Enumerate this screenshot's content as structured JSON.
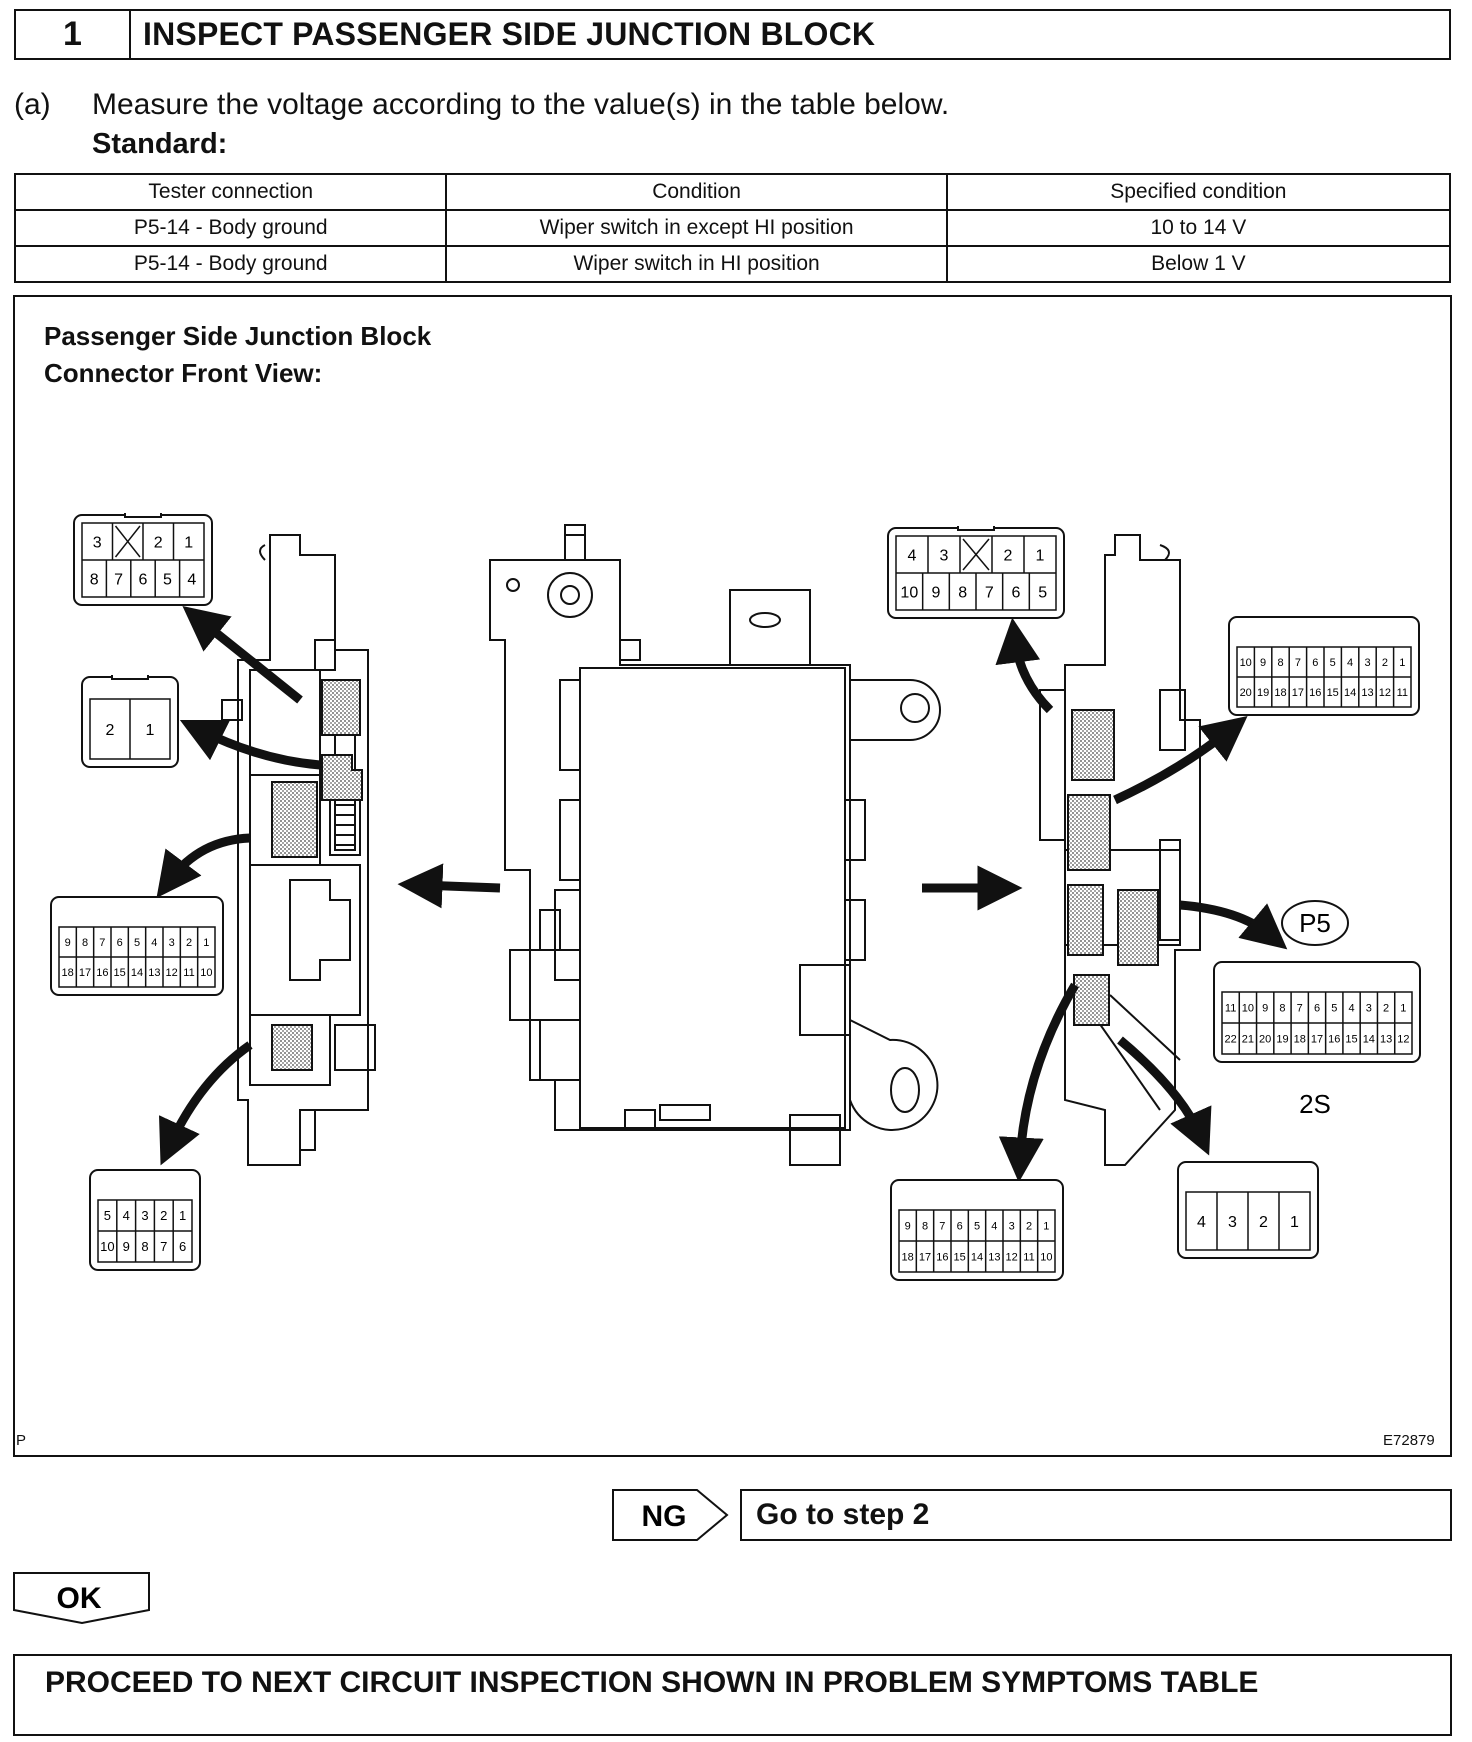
{
  "step": {
    "number": "1",
    "title": "INSPECT PASSENGER SIDE JUNCTION BLOCK"
  },
  "instruction": {
    "label": "(a)",
    "text": "Measure the voltage according to the value(s) in the table below."
  },
  "standard_label": "Standard:",
  "table": {
    "headers": [
      "Tester connection",
      "Condition",
      "Specified condition"
    ],
    "rows": [
      [
        "P5-14 - Body ground",
        "Wiper switch in except HI position",
        "10 to 14 V"
      ],
      [
        "P5-14 - Body ground",
        "Wiper switch in HI position",
        "Below 1 V"
      ]
    ]
  },
  "figure": {
    "title_line1": "Passenger Side Junction Block",
    "title_line2": "Connector Front View:",
    "corner_left": "P",
    "figure_code": "E72879",
    "connector_labels": {
      "p5": "P5",
      "two_s": "2S"
    },
    "connectors": {
      "top_left": {
        "row1": [
          "3",
          "",
          "2",
          "1"
        ],
        "row2": [
          "8",
          "7",
          "6",
          "5",
          "4"
        ]
      },
      "two_pin": [
        "2",
        "1"
      ],
      "left_18": {
        "row1": [
          "9",
          "8",
          "7",
          "6",
          "5",
          "4",
          "3",
          "2",
          "1"
        ],
        "row2": [
          "18",
          "17",
          "16",
          "15",
          "14",
          "13",
          "12",
          "11",
          "10"
        ]
      },
      "bottom_left": {
        "row1": [
          "5",
          "4",
          "3",
          "2",
          "1"
        ],
        "row2": [
          "10",
          "9",
          "8",
          "7",
          "6"
        ]
      },
      "top_right": {
        "row1": [
          "4",
          "3",
          "",
          "2",
          "1"
        ],
        "row2": [
          "10",
          "9",
          "8",
          "7",
          "6",
          "5"
        ]
      },
      "right_20": {
        "row1": [
          "10",
          "9",
          "8",
          "7",
          "6",
          "5",
          "4",
          "3",
          "2",
          "1"
        ],
        "row2": [
          "20",
          "19",
          "18",
          "17",
          "16",
          "15",
          "14",
          "13",
          "12",
          "11"
        ]
      },
      "p5_22": {
        "row1": [
          "11",
          "10",
          "9",
          "8",
          "7",
          "6",
          "5",
          "4",
          "3",
          "2",
          "1"
        ],
        "row2": [
          "22",
          "21",
          "20",
          "19",
          "18",
          "17",
          "16",
          "15",
          "14",
          "13",
          "12"
        ]
      },
      "bottom_18": {
        "row1": [
          "9",
          "8",
          "7",
          "6",
          "5",
          "4",
          "3",
          "2",
          "1"
        ],
        "row2": [
          "18",
          "17",
          "16",
          "15",
          "14",
          "13",
          "12",
          "11",
          "10"
        ]
      },
      "four_pin": [
        "4",
        "3",
        "2",
        "1"
      ]
    }
  },
  "result": {
    "ng_label": "NG",
    "ng_action": "Go to step 2",
    "ok_label": "OK"
  },
  "next_step": "PROCEED TO NEXT CIRCUIT INSPECTION SHOWN IN PROBLEM SYMPTOMS TABLE"
}
